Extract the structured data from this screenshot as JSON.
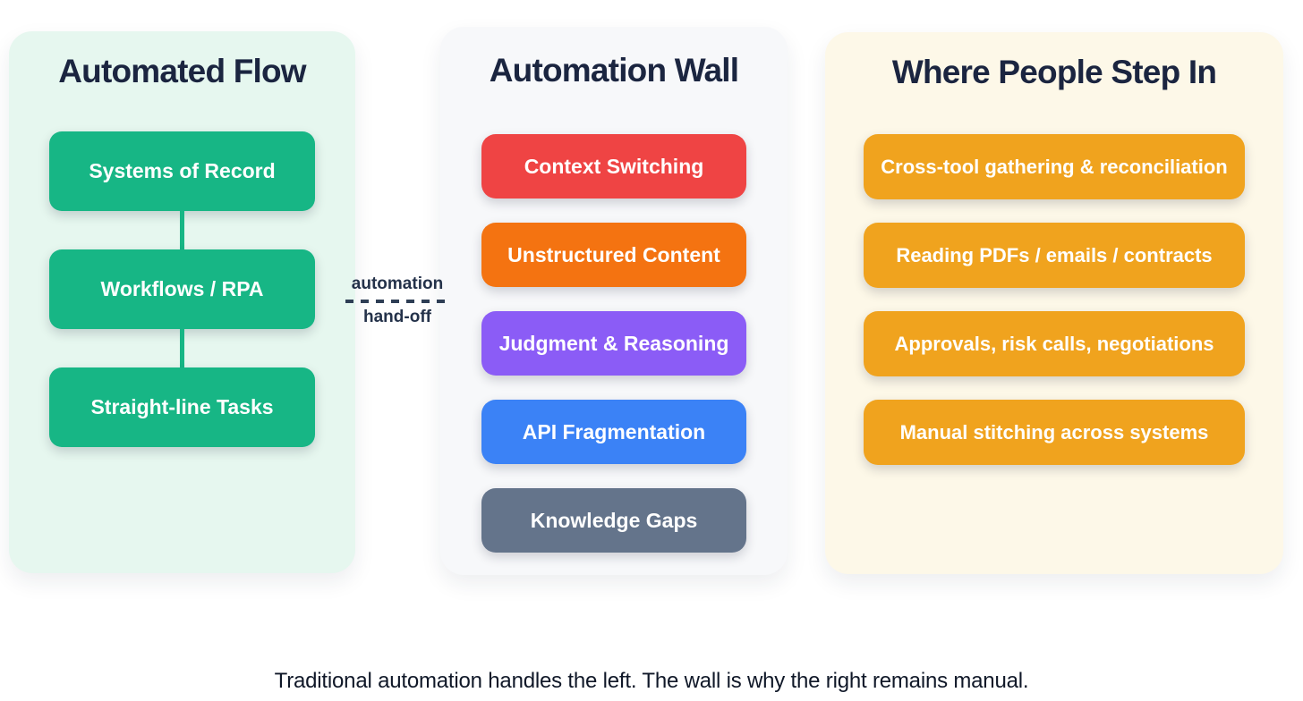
{
  "page": {
    "background": "#ffffff",
    "caption": "Traditional automation handles the left. The wall is why the right remains manual.",
    "title_color": "#1b2540"
  },
  "handoff": {
    "line1": "automation",
    "line2": "hand-off",
    "color": "#24324a"
  },
  "panels": {
    "left": {
      "title": "Automated Flow",
      "bg": "#e6f7ef",
      "node_color": "#17b685",
      "connector_color": "#17b685",
      "nodes": [
        "Systems of Record",
        "Workflows / RPA",
        "Straight-line Tasks"
      ]
    },
    "middle": {
      "title": "Automation Wall",
      "bg": "#f7f8fa",
      "blocks": [
        {
          "label": "Context Switching",
          "color": "#ef4444"
        },
        {
          "label": "Unstructured Content",
          "color": "#f47311"
        },
        {
          "label": "Judgment & Reasoning",
          "color": "#8b5cf6"
        },
        {
          "label": "API Fragmentation",
          "color": "#3b82f6"
        },
        {
          "label": "Knowledge Gaps",
          "color": "#64748b"
        }
      ]
    },
    "right": {
      "title": "Where People Step In",
      "bg": "#fdf8e8",
      "block_color": "#f0a31e",
      "blocks": [
        "Cross-tool gathering & reconciliation",
        "Reading PDFs / emails / contracts",
        "Approvals, risk calls, negotiations",
        "Manual stitching across systems"
      ]
    }
  }
}
